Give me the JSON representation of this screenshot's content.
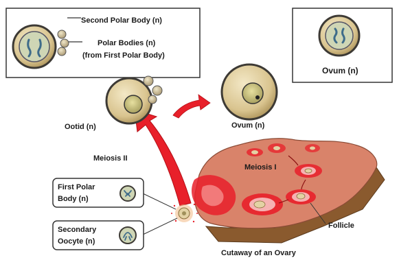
{
  "labels": {
    "second_polar_body": "Second Polar Body (n)",
    "polar_bodies_line1": "Polar Bodies (n)",
    "polar_bodies_line2": "(from First Polar Body)",
    "ovum_box": "Ovum (n)",
    "ootid": "Ootid (n)",
    "ovum_center": "Ovum (n)",
    "meiosis_2": "Meiosis II",
    "meiosis_1": "Meiosis I",
    "first_polar_line1": "First Polar",
    "first_polar_line2": "Body (n)",
    "secondary_line1": "Secondary",
    "secondary_line2": "Oocyte (n)",
    "follicle": "Follicle",
    "cutaway": "Cutaway of an Ovary"
  },
  "colors": {
    "ovary": "#d9836a",
    "ovary_side": "#8a5a2e",
    "follicle_red": "#e8202a",
    "cell_fill": "#e3d2a4",
    "cell_dark": "#3d3a35",
    "nucleus": "#c9c27a",
    "box_fill": "#f0e6cf",
    "chromosome": "#3f6c8a",
    "arrow": "#e8202a"
  }
}
